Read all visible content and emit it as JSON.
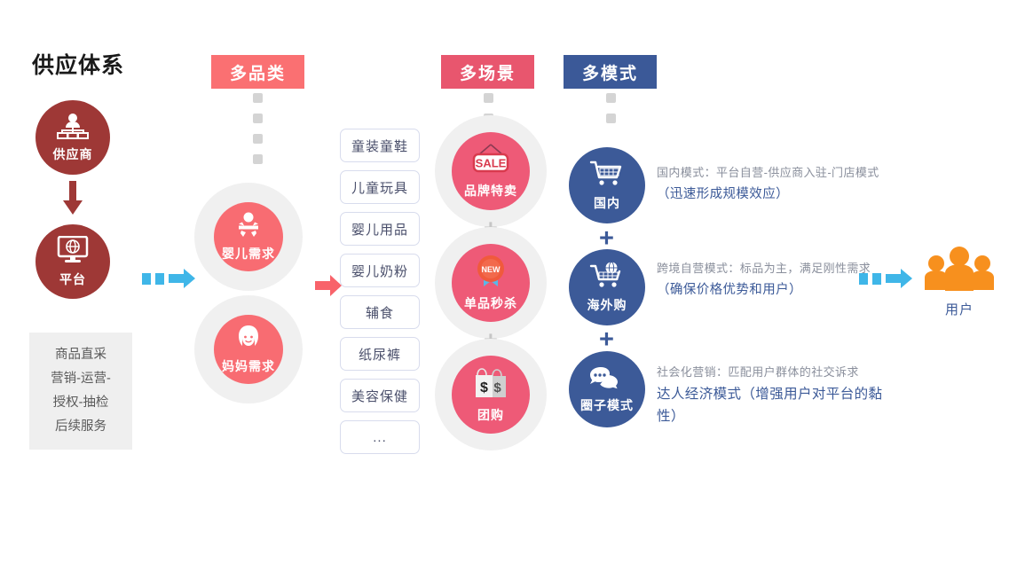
{
  "title": "供应体系",
  "supply_chain": {
    "supplier": {
      "label": "供应商",
      "icon": "org-chart-icon"
    },
    "platform": {
      "label": "平台",
      "icon": "monitor-globe-icon"
    },
    "arrow_icon": "down-arrow-icon",
    "info_lines": [
      "商品直采",
      "营销-运营-",
      "授权-抽检",
      "后续服务"
    ]
  },
  "columns": {
    "category": {
      "header": "多品类",
      "color": "#FA7072",
      "dots": 4
    },
    "scene": {
      "header": "多场景",
      "color": "#E8566E",
      "dots": 2
    },
    "mode": {
      "header": "多模式",
      "color": "#3B5998",
      "dots": 2
    }
  },
  "demands": [
    {
      "label": "婴儿需求",
      "icon": "baby-icon"
    },
    {
      "label": "妈妈需求",
      "icon": "mother-icon"
    }
  ],
  "products": [
    "童装童鞋",
    "儿童玩具",
    "婴儿用品",
    "婴儿奶粉",
    "辅食",
    "纸尿裤",
    "美容保健",
    "..."
  ],
  "scenes": [
    {
      "label": "品牌特卖",
      "icon": "sale-tag-icon",
      "badge": "SALE"
    },
    {
      "label": "单品秒杀",
      "icon": "new-ribbon-icon",
      "badge": "NEW"
    },
    {
      "label": "团购",
      "icon": "shopping-bag-dollar-icon",
      "badge": "$"
    }
  ],
  "scene_separator": "+",
  "modes": [
    {
      "label": "国内",
      "icon": "shopping-cart-icon",
      "desc_top": "国内模式：平台自营-供应商入驻-门店模式",
      "desc_bottom": "（迅速形成规模效应）"
    },
    {
      "label": "海外购",
      "icon": "cart-globe-icon",
      "desc_top": "跨境自营模式：标品为主，满足刚性需求",
      "desc_bottom": "（确保价格优势和用户）"
    },
    {
      "label": "圈子模式",
      "icon": "chat-bubbles-icon",
      "desc_top": "社会化营销：匹配用户群体的社交诉求",
      "desc_bottom": "达人经济模式（增强用户对平台的黏性）"
    }
  ],
  "mode_separator": "+",
  "users": {
    "label": "用户",
    "icon": "people-group-icon",
    "color": "#F7901E"
  },
  "arrows": {
    "left_icon": "dashed-right-arrow-icon",
    "right_icon": "dashed-right-arrow-icon",
    "middle_icon": "right-arrow-icon",
    "cyan": "#3FB6E8",
    "pink": "#F8636A"
  }
}
